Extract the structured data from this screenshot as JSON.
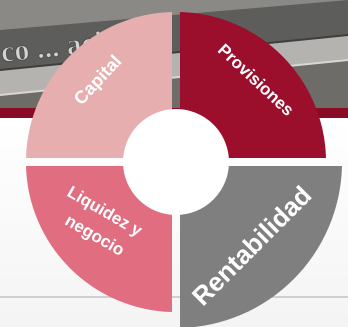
{
  "background": {
    "carved_text": "co ... acion"
  },
  "diagram": {
    "segments": [
      {
        "key": "capital",
        "label": "Capital",
        "color": "#e6aeae"
      },
      {
        "key": "provisiones",
        "label": "Provisiones",
        "color": "#9b0f2d"
      },
      {
        "key": "liquidez",
        "label_line1": "Liquidez y",
        "label_line2": "negocio",
        "color": "#e06d80"
      },
      {
        "key": "rentabilidad",
        "label": "Rentabilidad",
        "color": "#7f7f7f"
      }
    ],
    "center_color": "#ffffff",
    "band_color": "#8a0b25"
  }
}
